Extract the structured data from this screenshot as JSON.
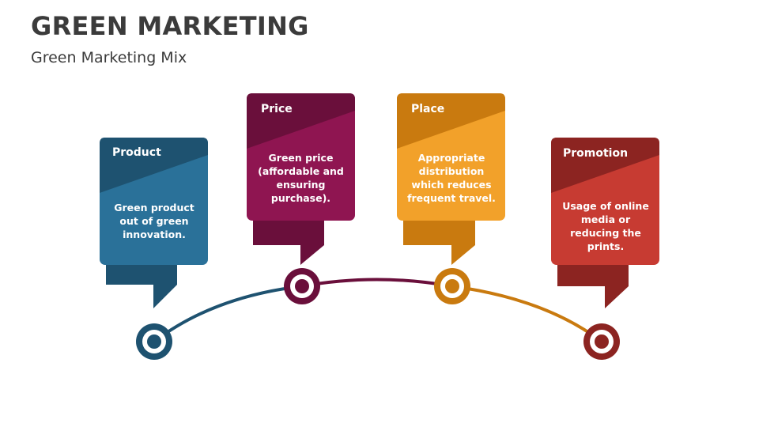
{
  "header": {
    "title": "GREEN MARKETING",
    "subtitle": "Green Marketing Mix"
  },
  "colors": {
    "product_light": "#2a7199",
    "product_dark": "#1e5270",
    "price_light": "#8f1551",
    "price_dark": "#6a0f3b",
    "place_light": "#f2a12a",
    "place_dark": "#c97a0f",
    "promotion_light": "#c73b32",
    "promotion_dark": "#8c2421"
  },
  "cards": [
    {
      "label": "Product",
      "text": "Green product out of green innovation."
    },
    {
      "label": "Price",
      "text": "Green price (affordable and ensuring purchase)."
    },
    {
      "label": "Place",
      "text": "Appropriate distribution which reduces frequent travel."
    },
    {
      "label": "Promotion",
      "text": "Usage of online media or reducing the prints."
    }
  ]
}
